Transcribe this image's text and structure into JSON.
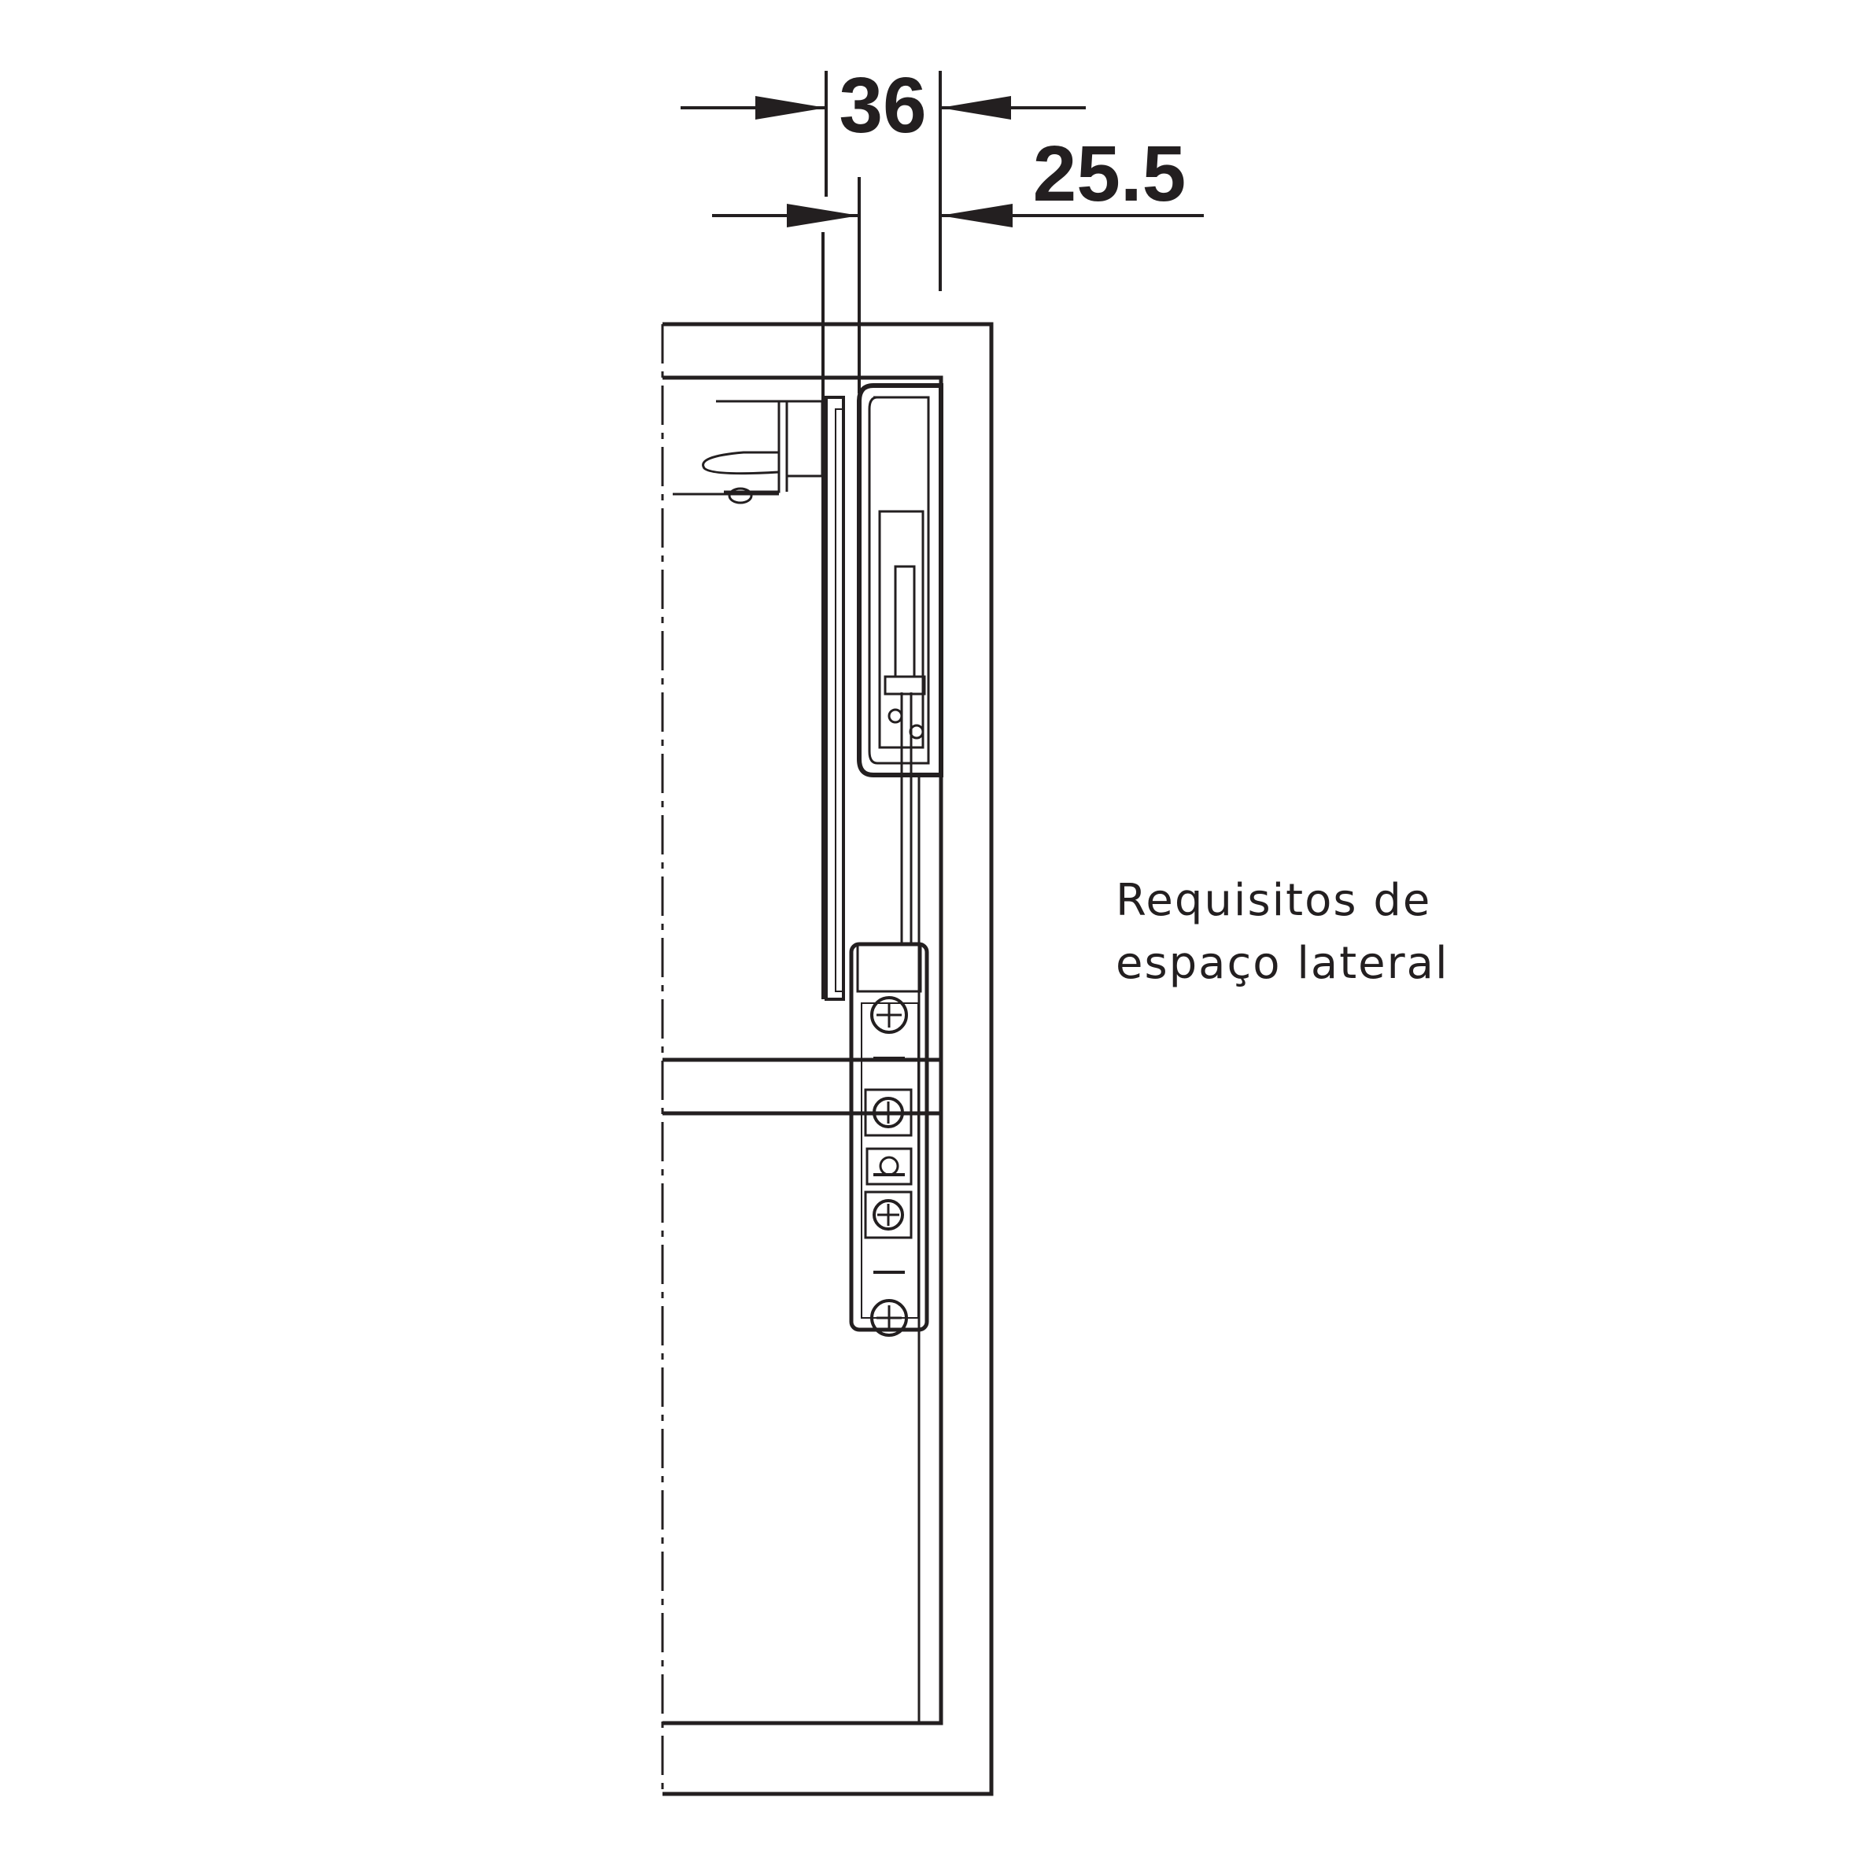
{
  "dimensions": {
    "top": "36",
    "side": "25.5"
  },
  "caption": {
    "line1": "Requisitos de",
    "line2": "espaço lateral"
  },
  "colors": {
    "ink": "#231f20",
    "background": "#ffffff"
  }
}
